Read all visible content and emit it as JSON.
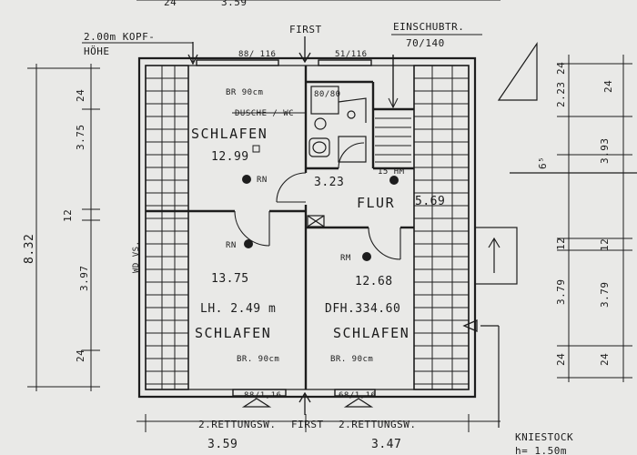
{
  "top_notes": {
    "kopfhoehe_line1": "2.00m KOPF-",
    "kopfhoehe_line2": "HÖHE",
    "first_top": "FIRST",
    "einschub": "EINSCHUBTR.",
    "einschub_size": "70/140",
    "top_partial_left": "24",
    "top_partial_mid": "3.59"
  },
  "windows_top": {
    "left": "88/ 116",
    "right": "51/116"
  },
  "rooms": {
    "nw": {
      "name": "SCHLAFEN",
      "area": "12.99",
      "br": "BR 90cm"
    },
    "bath": {
      "size": "80/80",
      "name": "DUSCHE / WC"
    },
    "corridor": {
      "name": "FLUR",
      "area": "5.69",
      "small_area": "3.23",
      "hm": "15 HM"
    },
    "sw": {
      "name": "SCHLAFEN",
      "area": "13.75",
      "lh": "LH. 2.49 m",
      "br": "BR. 90cm"
    },
    "se": {
      "name": "SCHLAFEN",
      "area": "12.68",
      "dfh": "DFH.334.60",
      "br": "BR. 90cm"
    }
  },
  "symbols": {
    "rn1": "RN",
    "rn2": "RN",
    "rm": "RM",
    "wd": "WD VS."
  },
  "windows_bottom": {
    "left": "88/1,16",
    "right": "68/1,16",
    "rettung_left": "2.RETTUNGSW.",
    "rettung_right": "2.RETTUNGSW.",
    "first_bottom": "FIRST"
  },
  "dims_bottom": {
    "left": "3.59",
    "right": "3.47"
  },
  "dims_left": {
    "total": "8.32",
    "top": "24",
    "upper": "3.75",
    "mid": "12",
    "lower": "3.97",
    "bottom": "24"
  },
  "dims_right_inner": {
    "top": "24",
    "a": "2.23",
    "b": "6⁵",
    "mid": "12",
    "c": "3.79",
    "bottom": "24"
  },
  "dims_right_outer": {
    "top": "24",
    "a": "3.93",
    "mid": "12",
    "c": "3.79",
    "bottom": "24"
  },
  "kniestock": {
    "label": "KNIESTOCK",
    "value": "h= 1.50m"
  }
}
